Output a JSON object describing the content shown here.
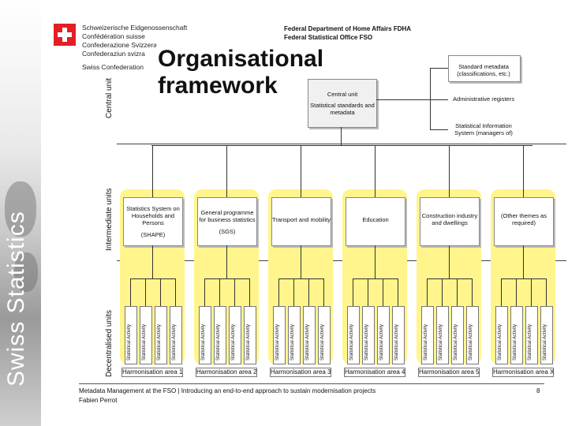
{
  "header": {
    "confederation_lines": [
      "Schweizerische Eidgenossenschaft",
      "Confédération suisse",
      "Confederazione Svizzera",
      "Confederaziun svizra"
    ],
    "confederation_english": "Swiss Confederation",
    "department": "Federal Department of Home Affairs FDHA",
    "office": "Federal Statistical Office FSO"
  },
  "brand_vertical": "Swiss Statistics",
  "title_line1": "Organisational",
  "title_line2": "framework",
  "unit_labels": {
    "central": "Central unit",
    "intermediate": "Intermediate units",
    "decentralised": "Decentralised units"
  },
  "central_box": {
    "title": "Central unit",
    "subtitle": "Statistical standards and metadata"
  },
  "standards": [
    "Standard metadata (classifications, etc.)",
    "Administrative registers",
    "Statistical Information System (managers of)"
  ],
  "intermediate_boxes": [
    {
      "title": "Statistics System on Households and Persons",
      "code": "(SHAPE)"
    },
    {
      "title": "General programme for business statistics",
      "code": "(SGS)"
    },
    {
      "title": "Transport and mobility",
      "code": ""
    },
    {
      "title": "Education",
      "code": ""
    },
    {
      "title": "Construction industry and dwellings",
      "code": ""
    },
    {
      "title": "(Other themes as required)",
      "code": ""
    }
  ],
  "stat_activity_label": "Statistical Activity",
  "harmonisation_areas": [
    "Harmonisation area 1",
    "Harmonisation area 2",
    "Harmonisation area 3",
    "Harmonisation area 4",
    "Harmonisation area 5",
    "Harmonisation area X"
  ],
  "footer": {
    "text": "Metadata Management at the FSO | Introducing an end-to-end approach to sustain modernisation projects",
    "author": "Fabien Perrot",
    "page": "8"
  }
}
